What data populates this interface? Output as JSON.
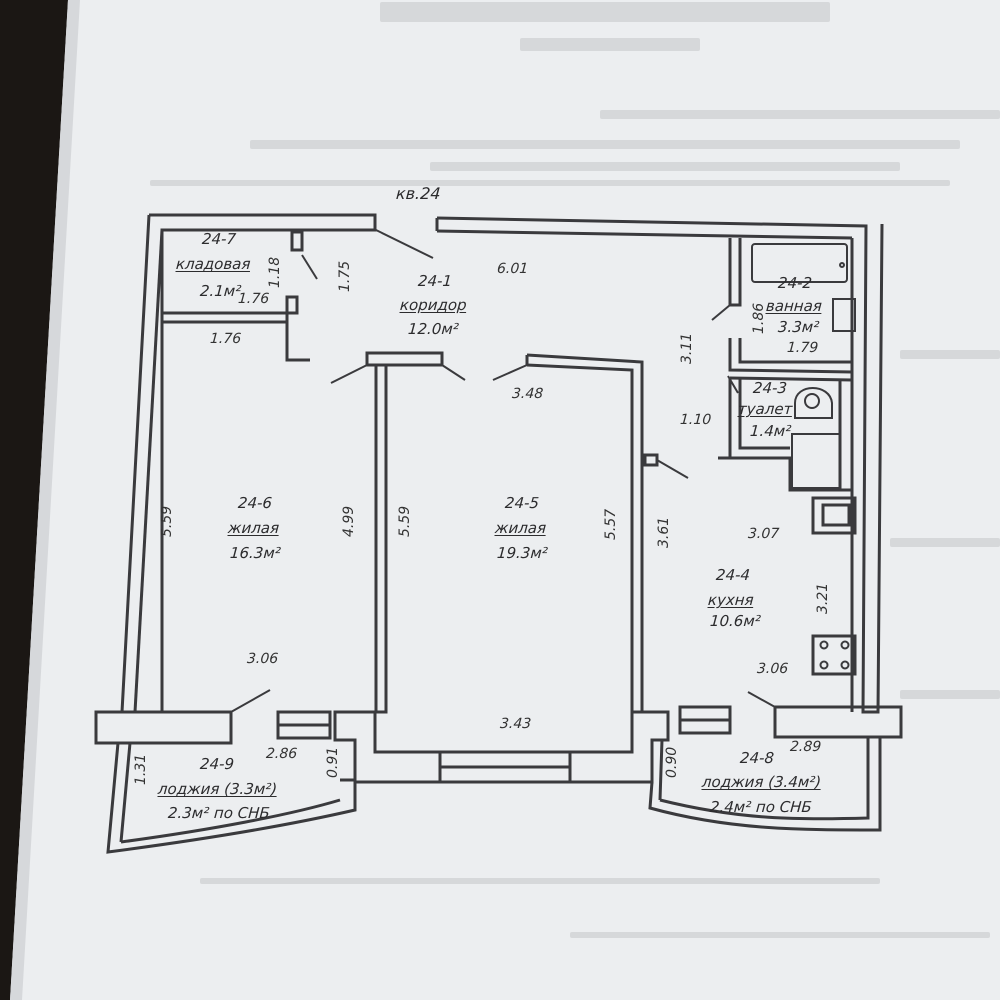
{
  "header": {
    "apartment_label": "кв.24"
  },
  "rooms": [
    {
      "id": "r1",
      "number": "24-1",
      "name": "коридор",
      "area": "12.0м²"
    },
    {
      "id": "r2",
      "number": "24-2",
      "name": "ванная",
      "area": "3.3м²"
    },
    {
      "id": "r3",
      "number": "24-3",
      "name": "туалет",
      "area": "1.4м²"
    },
    {
      "id": "r4",
      "number": "24-4",
      "name": "кухня",
      "area": "10.6м²"
    },
    {
      "id": "r5",
      "number": "24-5",
      "name": "жилая",
      "area": "19.3м²"
    },
    {
      "id": "r6",
      "number": "24-6",
      "name": "жилая",
      "area": "16.3м²"
    },
    {
      "id": "r7",
      "number": "24-7",
      "name": "кладовая",
      "area": "2.1м²"
    },
    {
      "id": "r8",
      "number": "24-8",
      "name": "лоджия (3.4м²)",
      "area": "2.4м² по СНБ"
    },
    {
      "id": "r9",
      "number": "24-9",
      "name": "лоджия (3.3м²)",
      "area": "2.3м² по СНБ"
    }
  ],
  "dimensions": {
    "d601": "6.01",
    "d118": "1.18",
    "d175": "1.75",
    "d176a": "1.76",
    "d176b": "1.76",
    "d186": "1.86",
    "d179": "1.79",
    "d311": "3.11",
    "d110": "1.10",
    "d348": "3.48",
    "d559a": "5.59",
    "d499": "4.99",
    "d559b": "5.59",
    "d557": "5.57",
    "d361": "3.61",
    "d307": "3.07",
    "d321": "3.21",
    "d306a": "3.06",
    "d306b": "3.06",
    "d343": "3.43",
    "d286": "2.86",
    "d091": "0.91",
    "d131": "1.31",
    "d090": "0.90",
    "d289": "2.89"
  },
  "colors": {
    "paper": "#eceef0",
    "line": "#3a3a3d",
    "background": "#1b1714"
  }
}
